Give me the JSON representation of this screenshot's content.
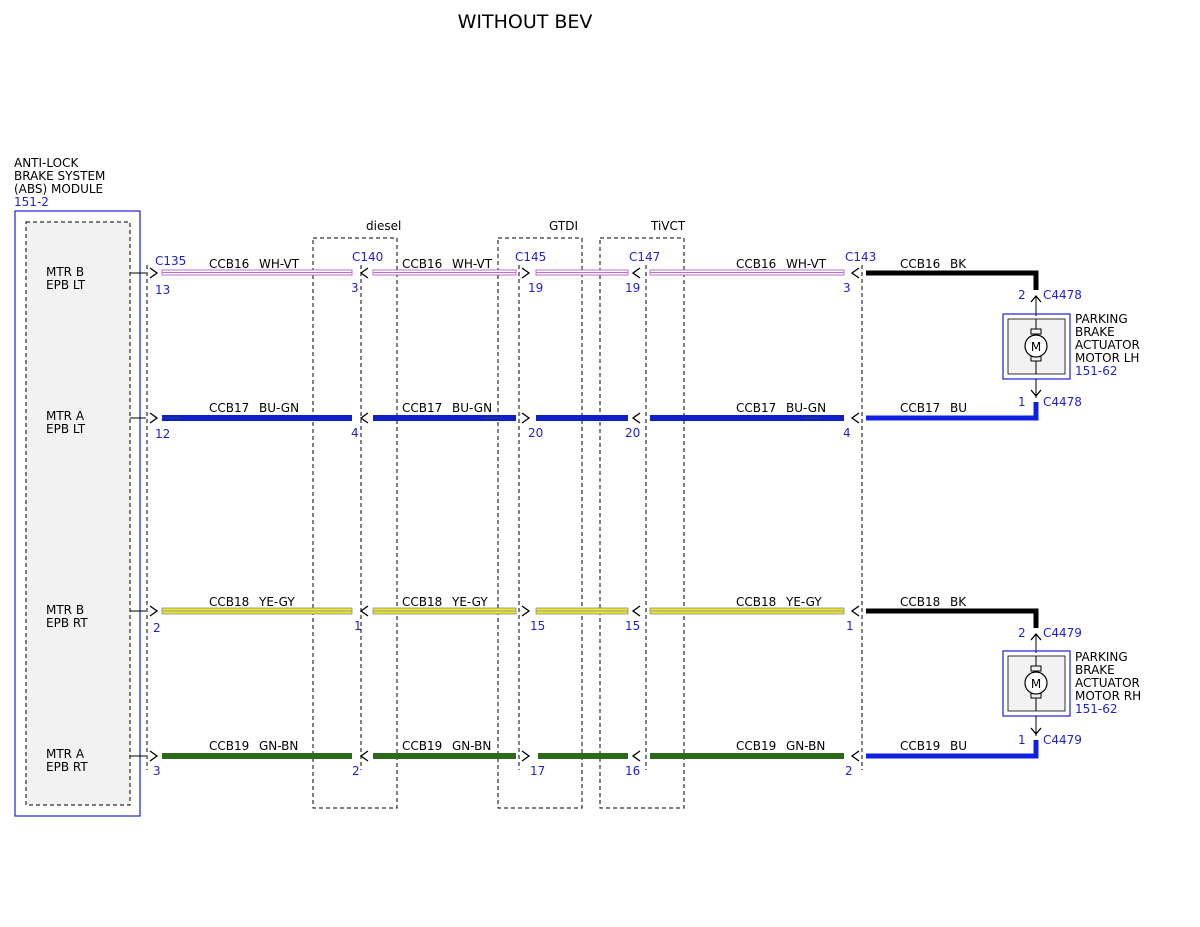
{
  "title": "WITHOUT BEV",
  "colors": {
    "blue_text": "#1f1fd4",
    "wire_wh_vt_base": "#ffffff",
    "wire_wh_vt_stripe": "#c06bd0",
    "wire_bu_gn_base": "#1020c8",
    "wire_ye_gy_base": "#e8e830",
    "wire_ye_gy_stripe": "#8a8a8a",
    "wire_gn_bn_base": "#2a6a18",
    "wire_bk": "#000000",
    "wire_bu": "#1020e0",
    "module_fill": "#f2f2f2"
  },
  "abs_module": {
    "name_lines": [
      "ANTI-LOCK",
      "BRAKE SYSTEM",
      "(ABS) MODULE"
    ],
    "ref": "151-2"
  },
  "groups": {
    "diesel": "diesel",
    "gtdi": "GTDI",
    "tivct": "TiVCT"
  },
  "connectors": [
    "C135",
    "C140",
    "C145",
    "C147",
    "C143"
  ],
  "circuits": [
    {
      "pin_label": [
        "MTR B",
        "EPB LT"
      ],
      "circuit": "CCB16",
      "color_code": "WH-VT",
      "right_circuit": "CCB16",
      "right_color": "BK",
      "pins": [
        "13",
        "3",
        "19",
        "19",
        "3"
      ]
    },
    {
      "pin_label": [
        "MTR A",
        "EPB LT"
      ],
      "circuit": "CCB17",
      "color_code": "BU-GN",
      "right_circuit": "CCB17",
      "right_color": "BU",
      "pins": [
        "12",
        "4",
        "20",
        "20",
        "4"
      ]
    },
    {
      "pin_label": [
        "MTR B",
        "EPB RT"
      ],
      "circuit": "CCB18",
      "color_code": "YE-GY",
      "right_circuit": "CCB18",
      "right_color": "BK",
      "pins": [
        "2",
        "1",
        "15",
        "15",
        "1"
      ]
    },
    {
      "pin_label": [
        "MTR A",
        "EPB RT"
      ],
      "circuit": "CCB19",
      "color_code": "GN-BN",
      "right_circuit": "CCB19",
      "right_color": "BU",
      "pins": [
        "3",
        "2",
        "17",
        "16",
        "2"
      ]
    }
  ],
  "actuators": [
    {
      "name_lines": [
        "PARKING",
        "BRAKE",
        "ACTUATOR",
        "MOTOR LH"
      ],
      "ref": "151-62",
      "motor_symbol": "M",
      "top_pin": "2",
      "top_connector": "C4478",
      "bottom_pin": "1",
      "bottom_connector": "C4478"
    },
    {
      "name_lines": [
        "PARKING",
        "BRAKE",
        "ACTUATOR",
        "MOTOR RH"
      ],
      "ref": "151-62",
      "motor_symbol": "M",
      "top_pin": "2",
      "top_connector": "C4479",
      "bottom_pin": "1",
      "bottom_connector": "C4479"
    }
  ]
}
